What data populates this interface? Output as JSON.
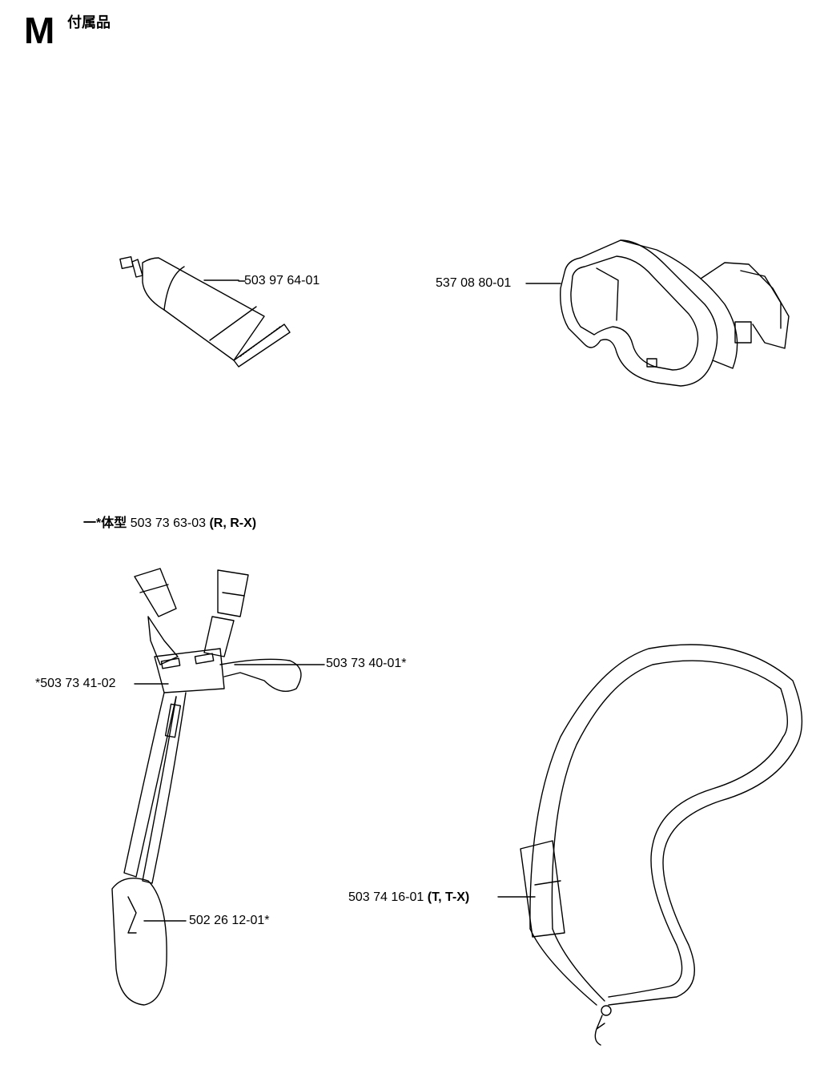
{
  "section": {
    "letter": "M",
    "title": "付属品"
  },
  "parts": {
    "grease_tube": "503 97 64-01",
    "goggles": "537 08 80-01",
    "harness": {
      "dash": "一",
      "prefix": "*体型",
      "number": "503 73 63-03",
      "models": "(R, R-X)"
    },
    "harness_pad": "503 73 40-01*",
    "harness_buckle": "*503 73 41-02",
    "hip_hook": "502 26 12-01*",
    "strap": {
      "number": "503 74 16-01",
      "models": "(T, T-X)"
    }
  }
}
